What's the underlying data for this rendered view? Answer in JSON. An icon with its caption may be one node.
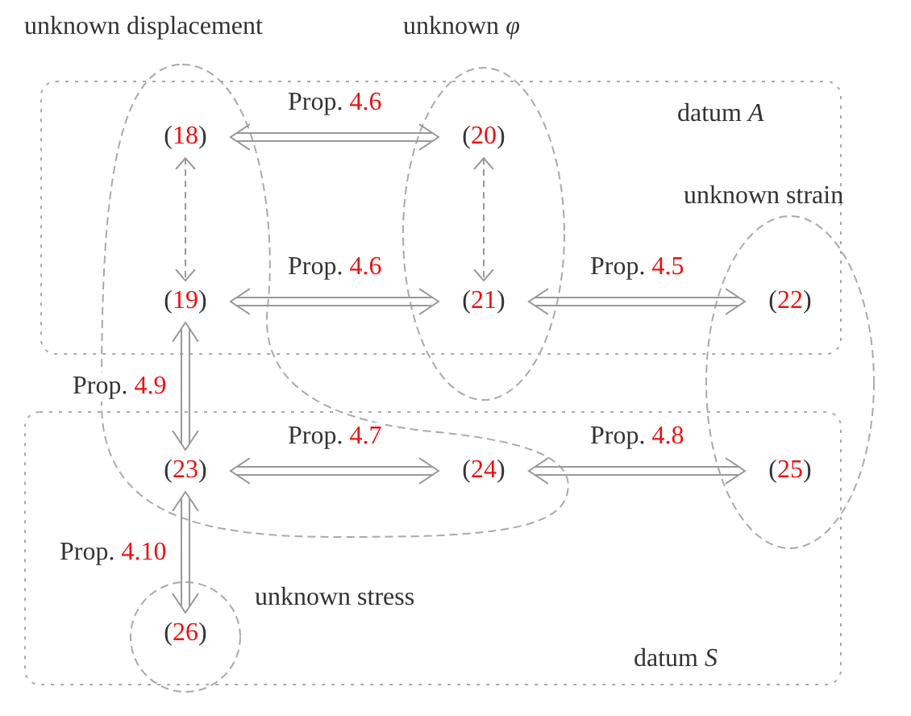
{
  "diagram": {
    "nodes": [
      {
        "text": [
          "(18)"
        ]
      },
      {
        "text": [
          "(20)"
        ]
      },
      {
        "text": [
          "(19)"
        ]
      },
      {
        "text": [
          "(21)"
        ]
      },
      {
        "text": [
          "(22)"
        ]
      },
      {
        "text": [
          "(23)"
        ]
      },
      {
        "text": [
          "(24)"
        ]
      },
      {
        "text": [
          "(25)"
        ]
      },
      {
        "text": [
          "(26)"
        ]
      }
    ],
    "edges": [
      {
        "from": 0,
        "to": 1,
        "arrow": "both",
        "label": "Prop. 4.6"
      },
      {
        "from": 0,
        "to": 2,
        "arrow": "both",
        "style": "dashed"
      },
      {
        "from": 1,
        "to": 3,
        "arrow": "both",
        "style": "dashed"
      },
      {
        "from": 2,
        "to": 3,
        "arrow": "both",
        "label": "Prop. 4.6"
      },
      {
        "from": 3,
        "to": 4,
        "arrow": "both",
        "label": "Prop. 4.5"
      },
      {
        "from": 2,
        "to": 5,
        "arrow": "both",
        "label": "Prop. 4.9"
      },
      {
        "from": 5,
        "to": 6,
        "arrow": "both",
        "label": "Prop. 4.7"
      },
      {
        "from": 6,
        "to": 7,
        "arrow": "both",
        "label": "Prop. 4.8"
      },
      {
        "from": 5,
        "to": 8,
        "arrow": "both",
        "label": "Prop. 4.10"
      }
    ],
    "labels": [
      "unknown displacement",
      "unknown *φ*",
      "datum *A*",
      "unknown strain",
      "datum *S*",
      "unknown stress"
    ]
  }
}
